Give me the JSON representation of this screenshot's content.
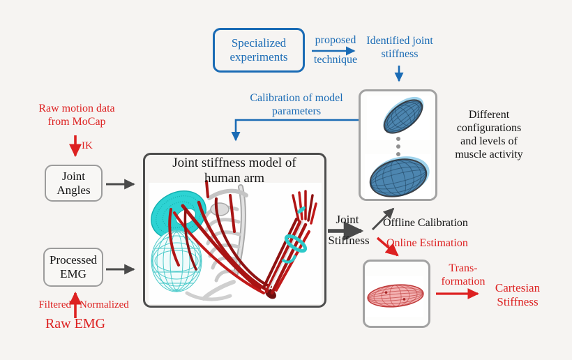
{
  "labels": {
    "specialized_experiments": "Specialized experiments",
    "proposed": "proposed",
    "technique": "technique",
    "identified_joint_stiffness": "Identified joint stiffness",
    "calibration_of_model_parameters": "Calibration of model parameters",
    "raw_motion_data": "Raw motion data from MoCap",
    "ik": "IK",
    "joint_angles": "Joint Angles",
    "model_title": "Joint stiffness model of human arm",
    "different_configurations": "Different configurations and levels of muscle activity",
    "processed_emg": "Processed EMG",
    "filtered": "Filtered",
    "normalized": "Normalized",
    "raw_emg": "Raw EMG",
    "joint": "Joint",
    "stiffness": "Stiffness",
    "offline_calibration": "Offline Calibration",
    "online_estimation": "Online Estimation",
    "trans_line1": "Trans-",
    "trans_line2": "formation",
    "cartesian_stiffness": "Cartesian Stiffness"
  },
  "figures": {
    "arm_model": "3D musculoskeletal model of human shoulder and arm",
    "stiffness_ellipsoids": "two blue wireframe joint-stiffness ellipsoids separated by vertical dots",
    "cartesian_ellipsoid": "red wireframe Cartesian stiffness ellipsoid"
  },
  "colors": {
    "accent_blue": "#1a6bb5",
    "accent_red": "#dd2121",
    "text_black": "#141414",
    "box_border_light": "#9c9c9c",
    "box_border_dark": "#4d4d4d",
    "background": "#f6f4f2",
    "ellipsoid_blue": "#4d86b0",
    "ellipsoid_red": "#e48a8a",
    "model_cyan": "#2dd3d3",
    "muscle_red": "#b01616"
  }
}
